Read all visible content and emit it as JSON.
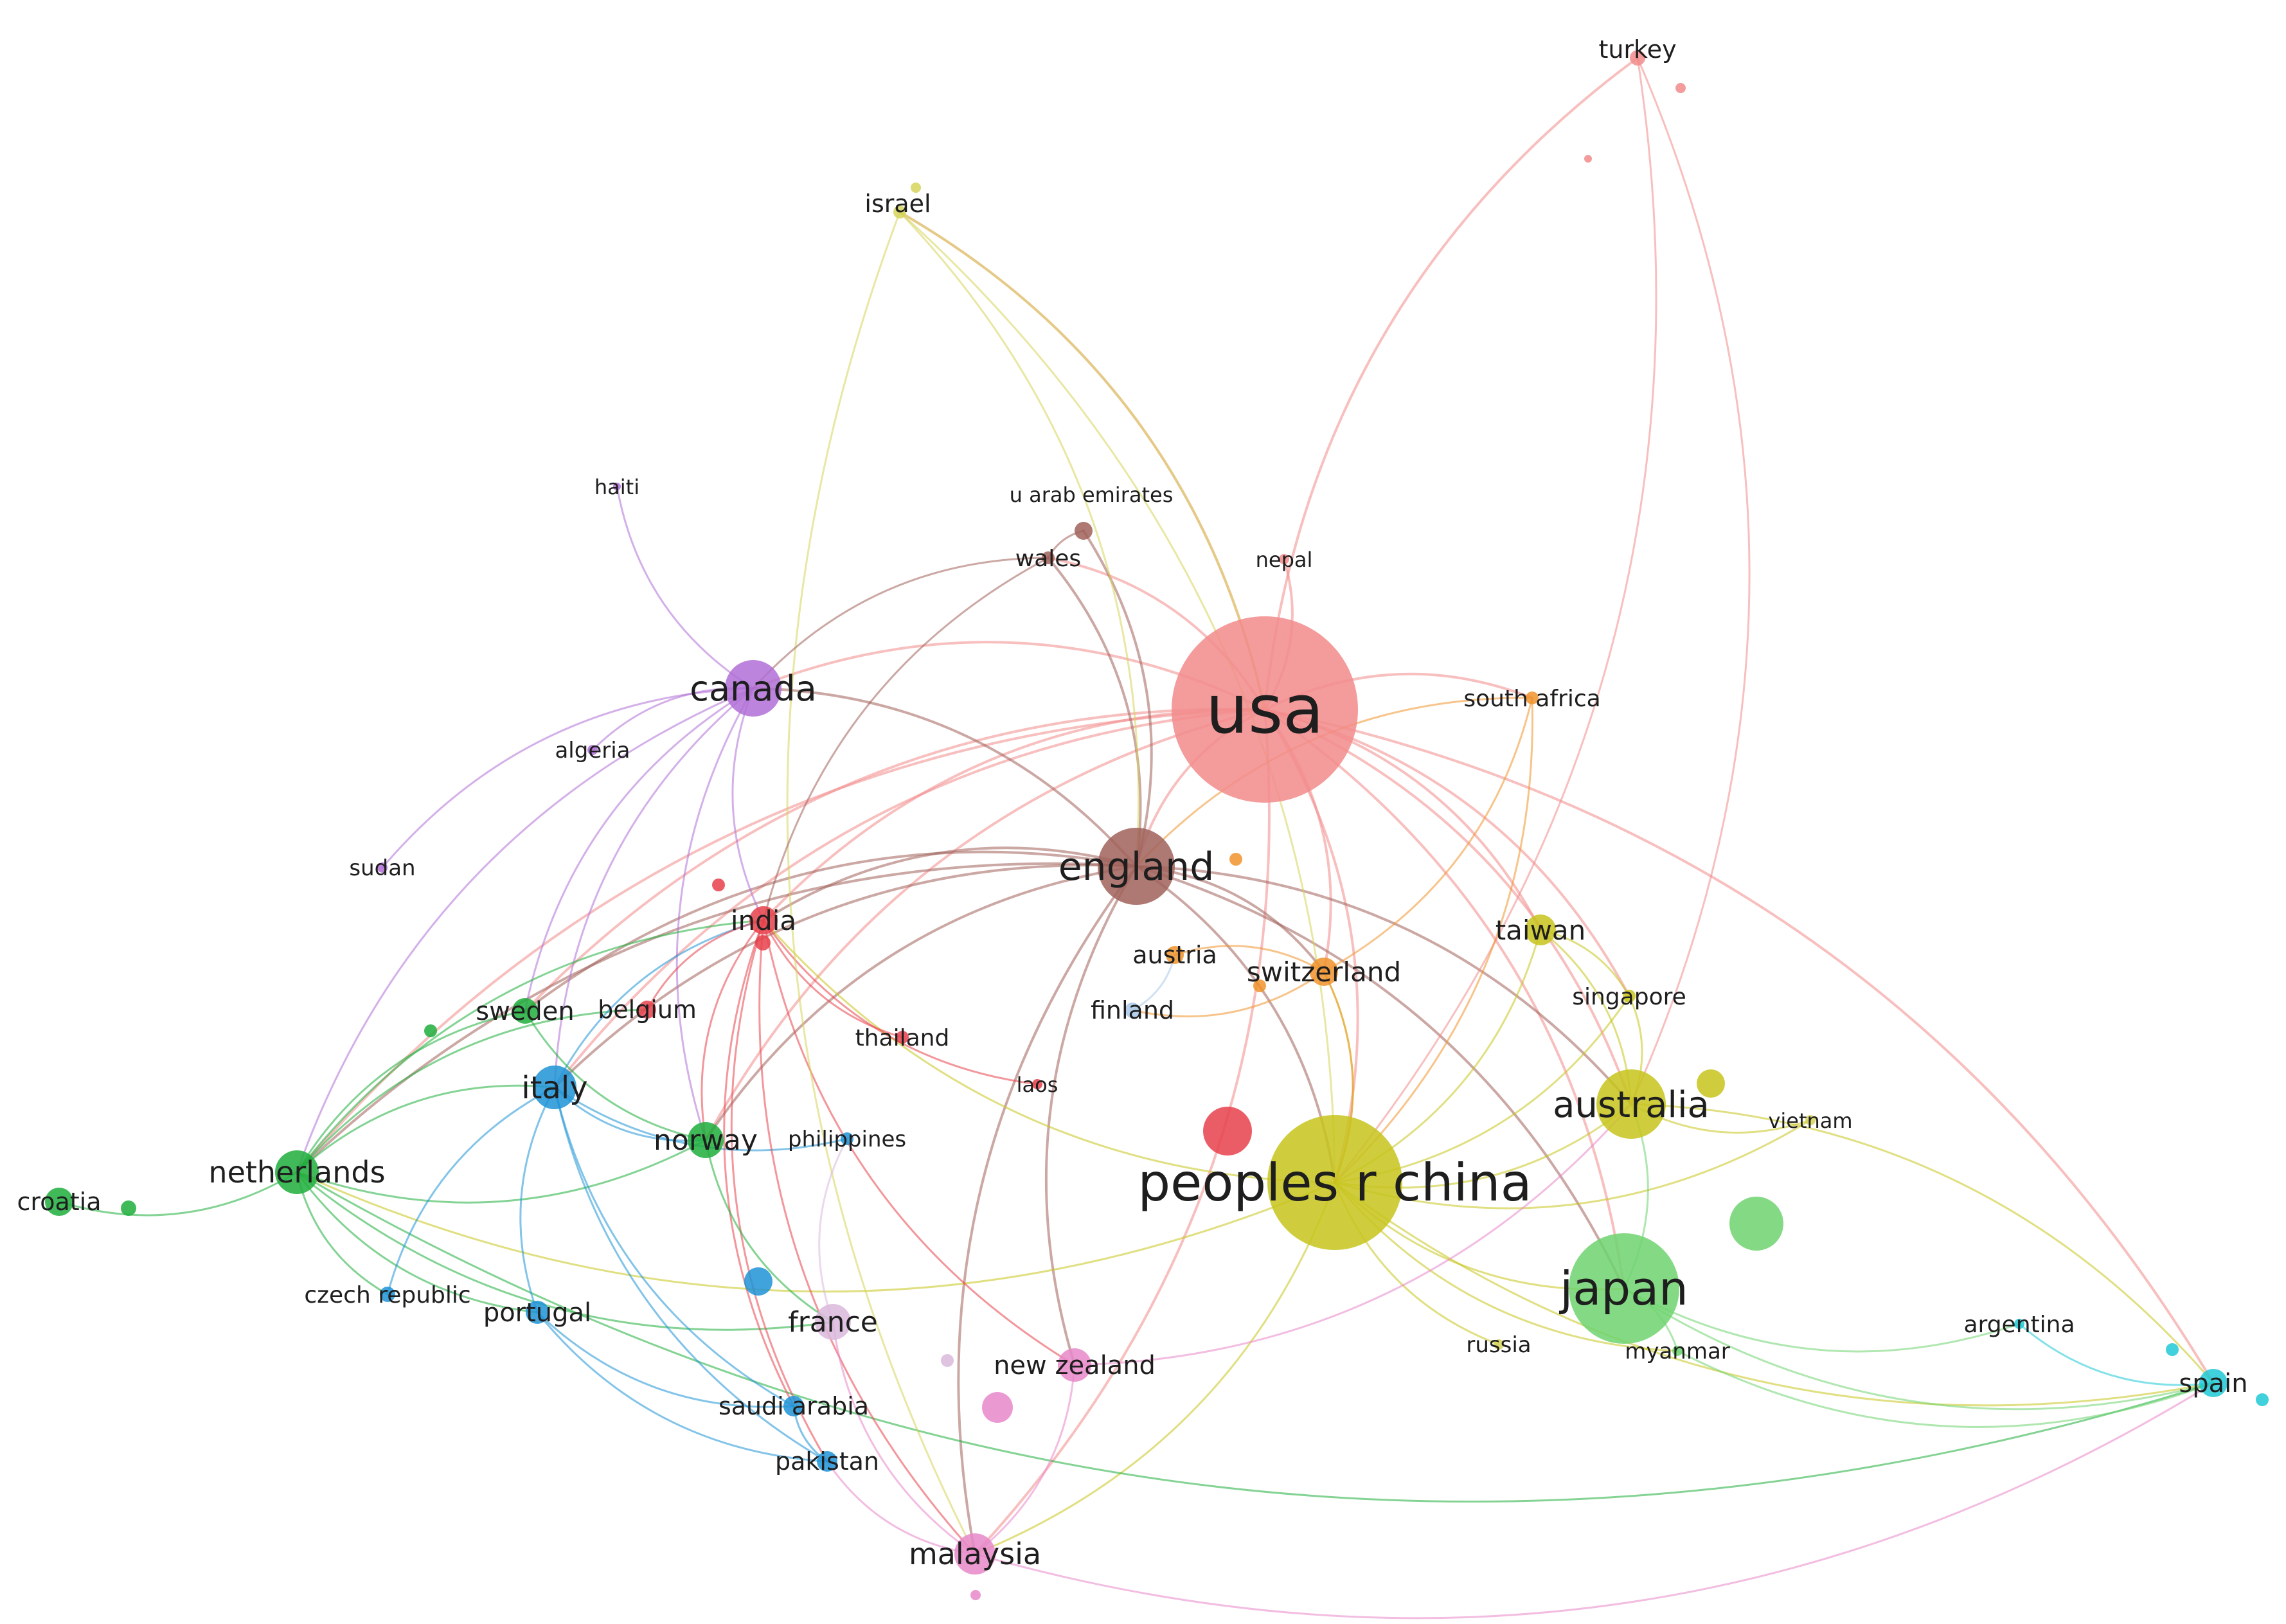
{
  "network": {
    "nodes": [
      {
        "id": "usa",
        "label": "usa",
        "color": "#f28b8b",
        "cluster": "red"
      },
      {
        "id": "peoples-r-china",
        "label": "peoples r china",
        "color": "#c7c41c",
        "cluster": "yellow"
      },
      {
        "id": "japan",
        "label": "japan",
        "color": "#6fd36f",
        "cluster": "light-green"
      },
      {
        "id": "england",
        "label": "england",
        "color": "#a0615a",
        "cluster": "brown"
      },
      {
        "id": "canada",
        "label": "canada",
        "color": "#b06fd6",
        "cluster": "purple"
      },
      {
        "id": "australia",
        "label": "australia",
        "color": "#c7c41c",
        "cluster": "yellow"
      },
      {
        "id": "netherlands",
        "label": "netherlands",
        "color": "#1fae3c",
        "cluster": "green"
      },
      {
        "id": "italy",
        "label": "italy",
        "color": "#1e93d6",
        "cluster": "blue"
      },
      {
        "id": "india",
        "label": "india",
        "color": "#e8414b",
        "cluster": "red"
      },
      {
        "id": "norway",
        "label": "norway",
        "color": "#1fae3c",
        "cluster": "green"
      },
      {
        "id": "sweden",
        "label": "sweden",
        "color": "#1fae3c",
        "cluster": "green"
      },
      {
        "id": "switzerland",
        "label": "switzerland",
        "color": "#f0932b",
        "cluster": "orange"
      },
      {
        "id": "taiwan",
        "label": "taiwan",
        "color": "#c7c41c",
        "cluster": "yellow"
      },
      {
        "id": "malaysia",
        "label": "malaysia",
        "color": "#e887c9",
        "cluster": "pink"
      },
      {
        "id": "france",
        "label": "france",
        "color": "#d9b8dc",
        "cluster": "lavender"
      },
      {
        "id": "new-zealand",
        "label": "new zealand",
        "color": "#e887c9",
        "cluster": "pink"
      },
      {
        "id": "belgium",
        "label": "belgium",
        "color": "#e8414b",
        "cluster": "red"
      },
      {
        "id": "austria",
        "label": "austria",
        "color": "#f0932b",
        "cluster": "orange"
      },
      {
        "id": "finland",
        "label": "finland",
        "color": "#a9c8e8",
        "cluster": "light-blue"
      },
      {
        "id": "thailand",
        "label": "thailand",
        "color": "#e8414b",
        "cluster": "red"
      },
      {
        "id": "singapore",
        "label": "singapore",
        "color": "#c7c41c",
        "cluster": "yellow"
      },
      {
        "id": "south-africa",
        "label": "south africa",
        "color": "#f0932b",
        "cluster": "orange"
      },
      {
        "id": "wales",
        "label": "wales",
        "color": "#a0615a",
        "cluster": "brown"
      },
      {
        "id": "u-arab-emirates",
        "label": "u arab emirates",
        "color": "#a0615a",
        "cluster": "brown"
      },
      {
        "id": "nepal",
        "label": "nepal",
        "color": "#f28b8b",
        "cluster": "red"
      },
      {
        "id": "israel",
        "label": "israel",
        "color": "#d6d35a",
        "cluster": "yellow"
      },
      {
        "id": "turkey",
        "label": "turkey",
        "color": "#f28b8b",
        "cluster": "red"
      },
      {
        "id": "haiti",
        "label": "haiti",
        "color": "#b06fd6",
        "cluster": "purple"
      },
      {
        "id": "algeria",
        "label": "algeria",
        "color": "#b06fd6",
        "cluster": "purple"
      },
      {
        "id": "sudan",
        "label": "sudan",
        "color": "#b06fd6",
        "cluster": "purple"
      },
      {
        "id": "croatia",
        "label": "croatia",
        "color": "#1fae3c",
        "cluster": "green"
      },
      {
        "id": "czech-republic",
        "label": "czech republic",
        "color": "#1e93d6",
        "cluster": "blue"
      },
      {
        "id": "portugal",
        "label": "portugal",
        "color": "#1e93d6",
        "cluster": "blue"
      },
      {
        "id": "saudi-arabia",
        "label": "saudi arabia",
        "color": "#1e93d6",
        "cluster": "blue"
      },
      {
        "id": "pakistan",
        "label": "pakistan",
        "color": "#1e93d6",
        "cluster": "blue"
      },
      {
        "id": "philippines",
        "label": "philippines",
        "color": "#1e93d6",
        "cluster": "blue"
      },
      {
        "id": "laos",
        "label": "laos",
        "color": "#e8414b",
        "cluster": "red"
      },
      {
        "id": "russia",
        "label": "russia",
        "color": "#d6d35a",
        "cluster": "yellow"
      },
      {
        "id": "myanmar",
        "label": "myanmar",
        "color": "#6fd36f",
        "cluster": "light-green"
      },
      {
        "id": "vietnam",
        "label": "vietnam",
        "color": "#d6d35a",
        "cluster": "yellow"
      },
      {
        "id": "argentina",
        "label": "argentina",
        "color": "#1ec9d6",
        "cluster": "cyan"
      },
      {
        "id": "spain",
        "label": "spain",
        "color": "#1ec9d6",
        "cluster": "cyan"
      }
    ],
    "edges": [
      [
        "usa",
        "england"
      ],
      [
        "usa",
        "peoples-r-china"
      ],
      [
        "usa",
        "canada"
      ],
      [
        "usa",
        "japan"
      ],
      [
        "usa",
        "australia"
      ],
      [
        "usa",
        "india"
      ],
      [
        "usa",
        "switzerland"
      ],
      [
        "usa",
        "turkey"
      ],
      [
        "usa",
        "nepal"
      ],
      [
        "usa",
        "south-africa"
      ],
      [
        "usa",
        "italy"
      ],
      [
        "usa",
        "netherlands"
      ],
      [
        "usa",
        "taiwan"
      ],
      [
        "usa",
        "singapore"
      ],
      [
        "usa",
        "israel"
      ],
      [
        "usa",
        "wales"
      ],
      [
        "usa",
        "malaysia"
      ],
      [
        "usa",
        "norway"
      ],
      [
        "usa",
        "sweden"
      ],
      [
        "usa",
        "spain"
      ],
      [
        "england",
        "canada"
      ],
      [
        "england",
        "india"
      ],
      [
        "england",
        "peoples-r-china"
      ],
      [
        "england",
        "australia"
      ],
      [
        "england",
        "wales"
      ],
      [
        "england",
        "u-arab-emirates"
      ],
      [
        "england",
        "netherlands"
      ],
      [
        "england",
        "italy"
      ],
      [
        "england",
        "sweden"
      ],
      [
        "england",
        "switzerland"
      ],
      [
        "england",
        "new-zealand"
      ],
      [
        "england",
        "norway"
      ],
      [
        "england",
        "japan"
      ],
      [
        "england",
        "malaysia"
      ],
      [
        "canada",
        "haiti"
      ],
      [
        "canada",
        "algeria"
      ],
      [
        "canada",
        "india"
      ],
      [
        "canada",
        "netherlands"
      ],
      [
        "canada",
        "sudan"
      ],
      [
        "canada",
        "norway"
      ],
      [
        "canada",
        "italy"
      ],
      [
        "canada",
        "sweden"
      ],
      [
        "peoples-r-china",
        "japan"
      ],
      [
        "peoples-r-china",
        "australia"
      ],
      [
        "peoples-r-china",
        "taiwan"
      ],
      [
        "peoples-r-china",
        "singapore"
      ],
      [
        "peoples-r-china",
        "switzerland"
      ],
      [
        "peoples-r-china",
        "russia"
      ],
      [
        "peoples-r-china",
        "malaysia"
      ],
      [
        "peoples-r-china",
        "netherlands"
      ],
      [
        "peoples-r-china",
        "vietnam"
      ],
      [
        "peoples-r-china",
        "myanmar"
      ],
      [
        "peoples-r-china",
        "spain"
      ],
      [
        "peoples-r-china",
        "india"
      ],
      [
        "japan",
        "australia"
      ],
      [
        "japan",
        "argentina"
      ],
      [
        "japan",
        "spain"
      ],
      [
        "japan",
        "myanmar"
      ],
      [
        "australia",
        "taiwan"
      ],
      [
        "australia",
        "singapore"
      ],
      [
        "australia",
        "vietnam"
      ],
      [
        "australia",
        "spain"
      ],
      [
        "netherlands",
        "croatia"
      ],
      [
        "netherlands",
        "italy"
      ],
      [
        "netherlands",
        "norway"
      ],
      [
        "netherlands",
        "sweden"
      ],
      [
        "netherlands",
        "india"
      ],
      [
        "netherlands",
        "portugal"
      ],
      [
        "netherlands",
        "czech-republic"
      ],
      [
        "netherlands",
        "belgium"
      ],
      [
        "netherlands",
        "spain"
      ],
      [
        "netherlands",
        "france"
      ],
      [
        "italy",
        "portugal"
      ],
      [
        "italy",
        "india"
      ],
      [
        "italy",
        "norway"
      ],
      [
        "italy",
        "saudi-arabia"
      ],
      [
        "italy",
        "pakistan"
      ],
      [
        "italy",
        "philippines"
      ],
      [
        "italy",
        "czech-republic"
      ],
      [
        "india",
        "thailand"
      ],
      [
        "india",
        "belgium"
      ],
      [
        "india",
        "norway"
      ],
      [
        "india",
        "pakistan"
      ],
      [
        "india",
        "laos"
      ],
      [
        "india",
        "malaysia"
      ],
      [
        "india",
        "saudi-arabia"
      ],
      [
        "india",
        "new-zealand"
      ],
      [
        "israel",
        "usa"
      ],
      [
        "israel",
        "england"
      ],
      [
        "israel",
        "malaysia"
      ],
      [
        "israel",
        "peoples-r-china"
      ],
      [
        "turkey",
        "peoples-r-china"
      ],
      [
        "turkey",
        "australia"
      ],
      [
        "south-africa",
        "england"
      ],
      [
        "south-africa",
        "peoples-r-china"
      ],
      [
        "south-africa",
        "switzerland"
      ],
      [
        "switzerland",
        "austria"
      ],
      [
        "switzerland",
        "finland"
      ],
      [
        "switzerland",
        "peoples-r-china"
      ],
      [
        "malaysia",
        "new-zealand"
      ],
      [
        "malaysia",
        "pakistan"
      ],
      [
        "malaysia",
        "france"
      ],
      [
        "malaysia",
        "spain"
      ],
      [
        "argentina",
        "spain"
      ],
      [
        "myanmar",
        "spain"
      ],
      [
        "norway",
        "sweden"
      ],
      [
        "norway",
        "france"
      ],
      [
        "portugal",
        "saudi-arabia"
      ],
      [
        "portugal",
        "pakistan"
      ],
      [
        "saudi-arabia",
        "pakistan"
      ],
      [
        "wales",
        "u-arab-emirates"
      ],
      [
        "wales",
        "india"
      ],
      [
        "wales",
        "canada"
      ],
      [
        "france",
        "philippines"
      ],
      [
        "taiwan",
        "singapore"
      ],
      [
        "new-zealand",
        "australia"
      ],
      [
        "finland",
        "austria"
      ]
    ]
  }
}
